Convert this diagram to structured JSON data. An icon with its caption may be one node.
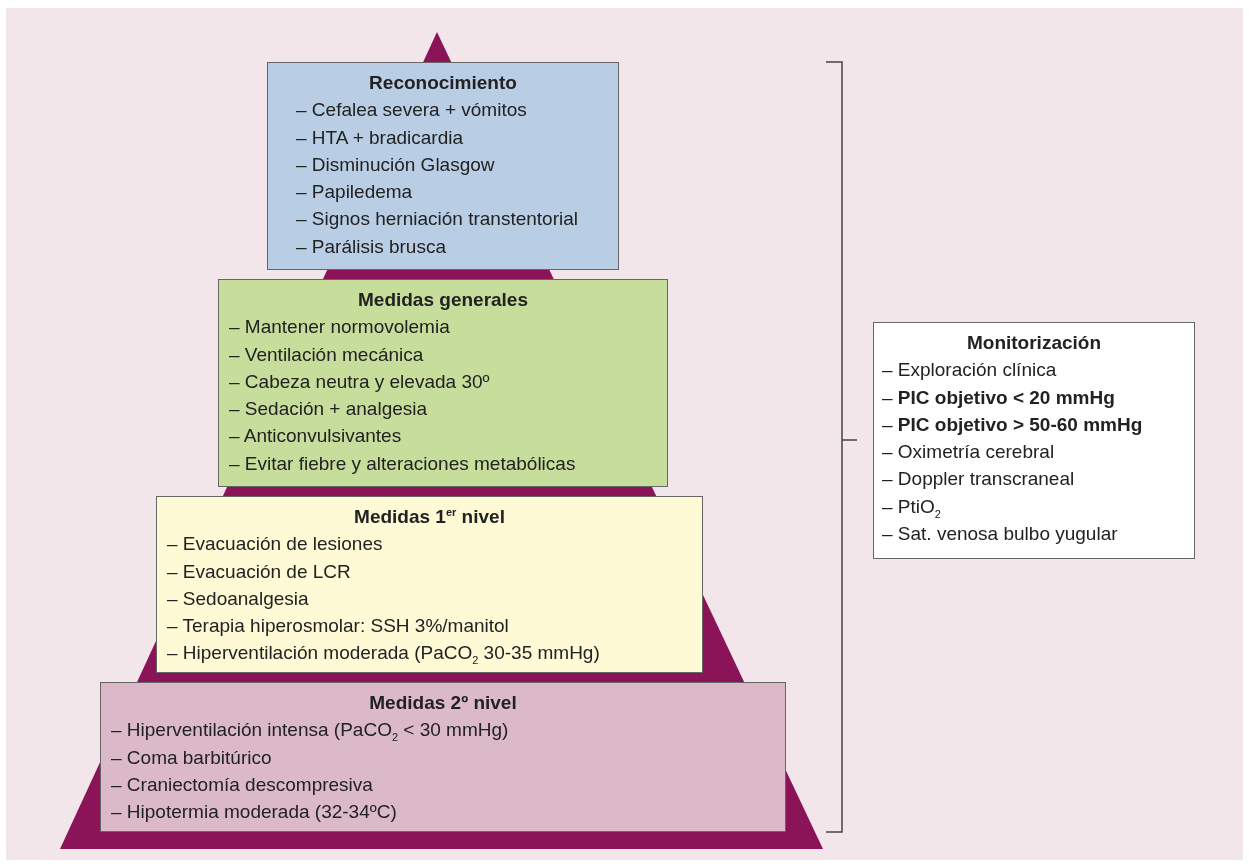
{
  "diagram": {
    "nodes": [
      {
        "text": [
          "Reconocimiento",
          "– Cefalea severa + vómitos",
          "– HTA + bradicardia",
          "– Disminución Glasgow",
          "– Papiledema",
          "– Signos herniación transtentorial",
          "– Parálisis brusca"
        ]
      },
      {
        "text": [
          "Medidas generales",
          "– Mantener normovolemia",
          "– Ventilación mecánica",
          "– Cabeza neutra y elevada 30º",
          "– Sedación + analgesia",
          "– Anticonvulsivantes",
          "– Evitar fiebre y alteraciones metabólicas"
        ]
      },
      {
        "text": [
          "Medidas 1$^{er}$ nivel",
          "– Evacuación de lesiones",
          "– Evacuación de LCR",
          "– Sedoanalgesia",
          "– Terapia hiperosmolar: SSH 3%/manitol",
          "– Hiperventilación moderada (PaCO$_{2}$ 30-35 mmHg)"
        ]
      },
      {
        "text": [
          "Medidas 2º nivel",
          "– Hiperventilación intensa (PaCO$_{2}$ < 30 mmHg)",
          "– Coma barbitúrico",
          "– Craniectomía descompresiva",
          "– Hipotermia moderada (32-34ºC)"
        ]
      },
      {
        "text": [
          "Monitorización",
          "– Exploración clínica",
          "– **PIC objetivo < 20 mmHg**",
          "– **PIC objetivo > 50-60 mmHg**",
          "– Oximetría cerebral",
          "– Doppler transcraneal",
          "– PtiO$_{2}$",
          "– Sat. venosa bulbo yugular"
        ]
      }
    ]
  }
}
